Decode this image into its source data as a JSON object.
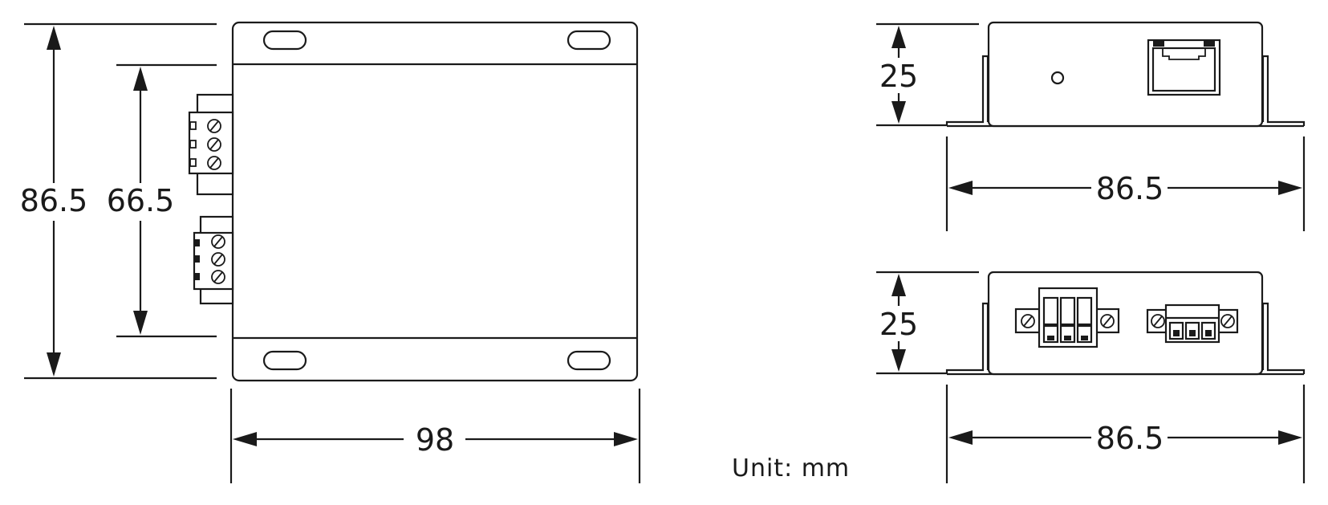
{
  "dimensions": {
    "top_view": {
      "height_outer": "86.5",
      "height_inner": "66.5",
      "width": "98"
    },
    "side_view_rj45": {
      "height": "25",
      "width": "86.5"
    },
    "side_view_terminals": {
      "height": "25",
      "width": "86.5"
    }
  },
  "unit_label": "Unit: mm",
  "colors": {
    "line": "#1a1a1a",
    "background": "#ffffff"
  }
}
